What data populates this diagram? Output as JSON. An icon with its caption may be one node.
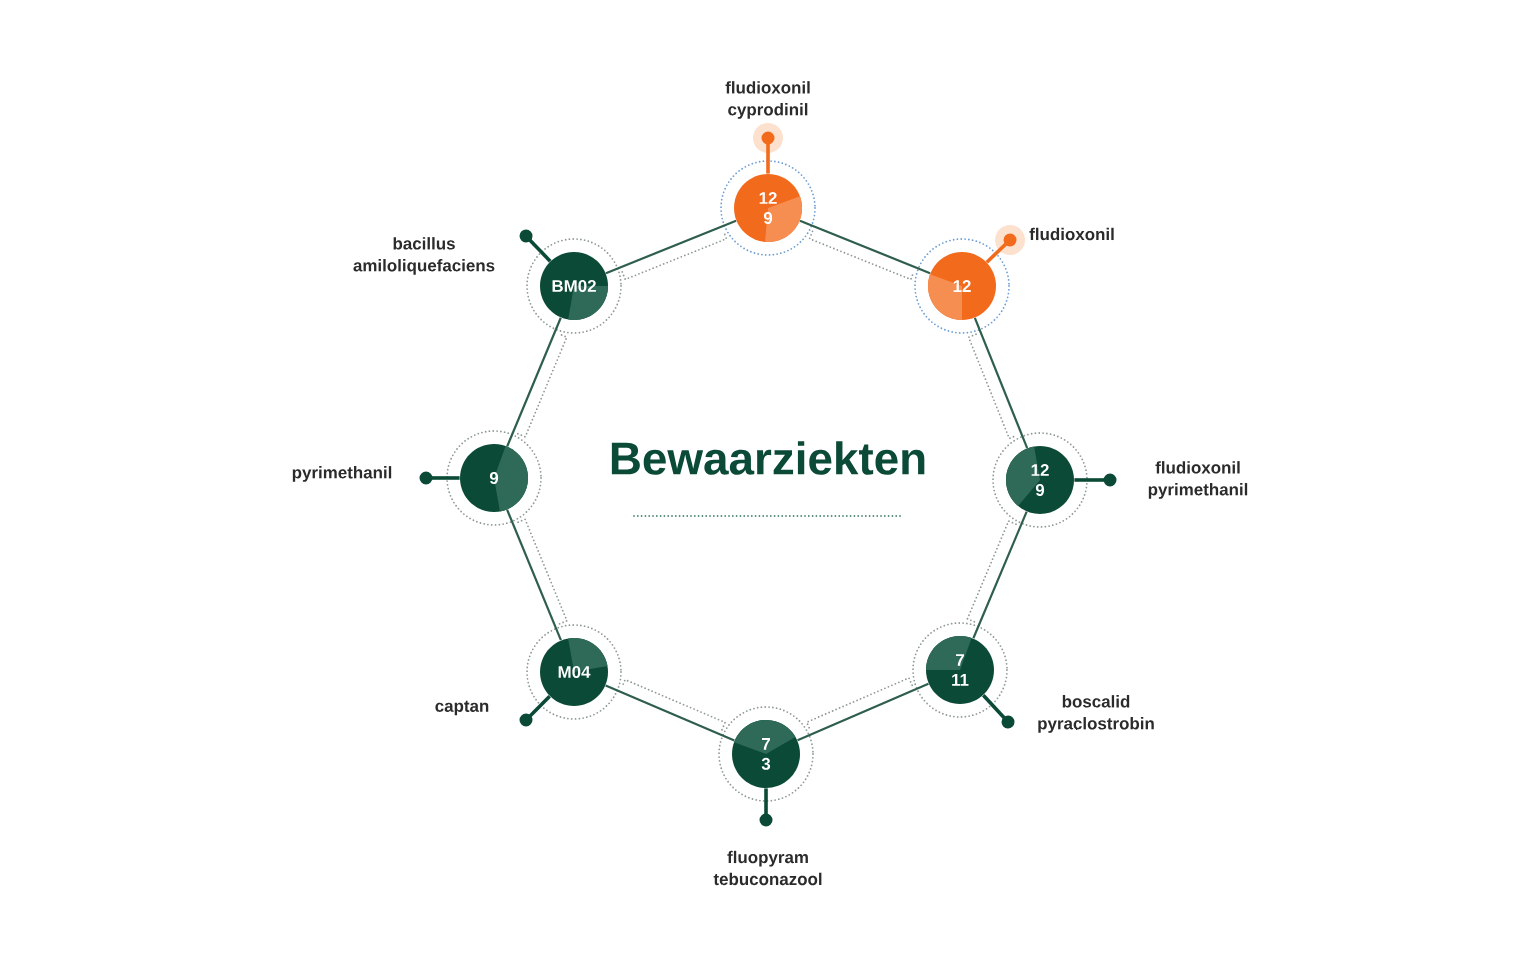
{
  "diagram": {
    "title": "Bewaarziekten",
    "nodes": [
      {
        "text": [
          "12",
          "9"
        ]
      },
      {
        "text": [
          "12"
        ]
      },
      {
        "text": [
          "12",
          "9"
        ]
      },
      {
        "text": [
          "7",
          "11"
        ]
      },
      {
        "text": [
          "7",
          "3"
        ]
      },
      {
        "text": [
          "M04"
        ]
      },
      {
        "text": [
          "9"
        ]
      },
      {
        "text": [
          "BM02"
        ]
      },
      {
        "text": [
          "fludioxonil cyprodinil"
        ]
      },
      {
        "text": [
          "fludioxonil"
        ]
      },
      {
        "text": [
          "fludioxonil pyrimethanil"
        ]
      },
      {
        "text": [
          "boscalid pyraclostrobin"
        ]
      },
      {
        "text": [
          "fluopyram tebuconazool"
        ]
      },
      {
        "text": [
          "captan"
        ]
      },
      {
        "text": [
          "pyrimethanil"
        ]
      },
      {
        "text": [
          "bacillus amiloliquefaciens"
        ]
      }
    ],
    "edges": [
      {
        "from": 0,
        "to": 1,
        "arrow": "none"
      },
      {
        "from": 1,
        "to": 2,
        "arrow": "none"
      },
      {
        "from": 2,
        "to": 3,
        "arrow": "none"
      },
      {
        "from": 3,
        "to": 4,
        "arrow": "none"
      },
      {
        "from": 4,
        "to": 5,
        "arrow": "none"
      },
      {
        "from": 5,
        "to": 6,
        "arrow": "none"
      },
      {
        "from": 6,
        "to": 7,
        "arrow": "none"
      },
      {
        "from": 7,
        "to": 0,
        "arrow": "none"
      },
      {
        "from": 0,
        "to": 8,
        "arrow": "to",
        "color": "#f26a1b"
      },
      {
        "from": 1,
        "to": 9,
        "arrow": "to",
        "color": "#f26a1b"
      },
      {
        "from": 2,
        "to": 10,
        "arrow": "to"
      },
      {
        "from": 3,
        "to": 11,
        "arrow": "to"
      },
      {
        "from": 4,
        "to": 12,
        "arrow": "to"
      },
      {
        "from": 5,
        "to": 13,
        "arrow": "to"
      },
      {
        "from": 6,
        "to": 14,
        "arrow": "to"
      },
      {
        "from": 7,
        "to": 15,
        "arrow": "to"
      }
    ]
  }
}
